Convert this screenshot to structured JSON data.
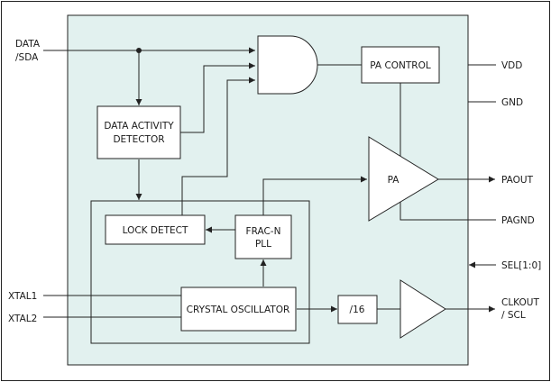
{
  "pins_left": {
    "data_sda": [
      "DATA",
      "/SDA"
    ],
    "xtal1": "XTAL1",
    "xtal2": "XTAL2"
  },
  "pins_right": {
    "vdd": "VDD",
    "gnd": "GND",
    "paout": "PAOUT",
    "pagnd": "PAGND",
    "sel": "SEL[1:0]",
    "clkout_scl": [
      "CLKOUT",
      "/ SCL"
    ]
  },
  "blocks": {
    "pa_control": "PA CONTROL",
    "data_activity_detector": [
      "DATA ACTIVITY",
      "DETECTOR"
    ],
    "pa": "PA",
    "lock_detect": "LOCK DETECT",
    "frac_n_pll": [
      "FRAC-N",
      "PLL"
    ],
    "crystal_oscillator": "CRYSTAL OSCILLATOR",
    "divider": "/16"
  },
  "colors": {
    "chip_fill": "#e2f1ef",
    "line": "#222222",
    "block_fill": "#ffffff"
  }
}
